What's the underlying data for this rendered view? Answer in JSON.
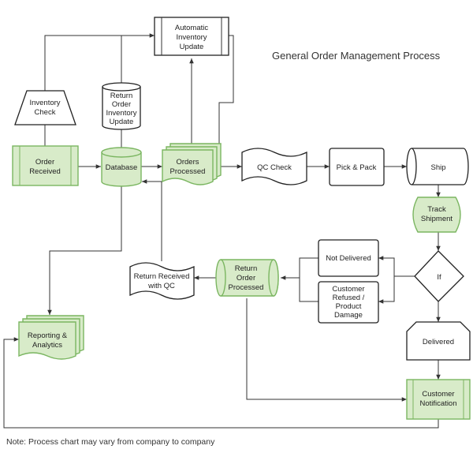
{
  "title": "General Order Management Process",
  "note": "Note: Process chart may vary from company to company",
  "nodes": {
    "automatic_inventory_update": [
      "Automatic",
      "Inventory",
      "Update"
    ],
    "inventory_check": [
      "Inventory",
      "Check"
    ],
    "return_order_inventory_update": [
      "Return",
      "Order",
      "Inventory",
      "Update"
    ],
    "order_received": [
      "Order",
      "Received"
    ],
    "database": [
      "Database"
    ],
    "orders_processed": [
      "Orders",
      "Processed"
    ],
    "qc_check": [
      "QC Check"
    ],
    "pick_pack": [
      "Pick & Pack"
    ],
    "ship": [
      "Ship"
    ],
    "track_shipment": [
      "Track",
      "Shipment"
    ],
    "not_delivered": [
      "Not Delivered"
    ],
    "if": [
      "If"
    ],
    "customer_refused": [
      "Customer",
      "Refused /",
      "Product",
      "Damage"
    ],
    "return_received_qc": [
      "Return Received",
      "with QC"
    ],
    "return_order_processed": [
      "Return",
      "Order",
      "Processed"
    ],
    "reporting_analytics": [
      "Reporting &",
      "Analytics"
    ],
    "delivered": [
      "Delivered"
    ],
    "customer_notification": [
      "Customer",
      "Notification"
    ]
  },
  "colors": {
    "green_fill": "#d8ebc9",
    "green_stroke": "#7bb661",
    "line": "#333333"
  }
}
